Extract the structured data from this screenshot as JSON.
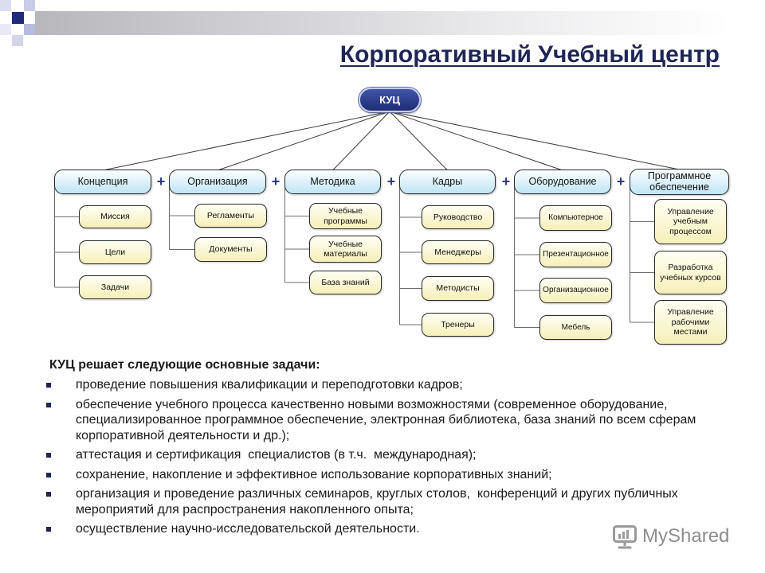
{
  "slide": {
    "title": "Корпоративный Учебный центр"
  },
  "diagram": {
    "root": "КУЦ",
    "plus": "+",
    "categories": [
      {
        "label": "Концепция",
        "items": [
          "Миссия",
          "Цели",
          "Задачи"
        ]
      },
      {
        "label": "Организация",
        "items": [
          "Регламенты",
          "Документы"
        ]
      },
      {
        "label": "Методика",
        "items": [
          "Учебные\nпрограммы",
          "Учебные\nматериалы",
          "База знаний"
        ]
      },
      {
        "label": "Кадры",
        "items": [
          "Руководство",
          "Менеджеры",
          "Методисты",
          "Тренеры"
        ]
      },
      {
        "label": "Оборудование",
        "items": [
          "Компьютерное",
          "Презентационное",
          "Организационное",
          "Мебель"
        ]
      },
      {
        "label": "Программное\nобеспечение",
        "items": [
          "Управление\nучебным\nпроцессом",
          "Разработка\nучебных курсов",
          "Управление\nрабочими\nместами"
        ]
      }
    ]
  },
  "tasks": {
    "heading": "КУЦ решает следующие основные задачи:",
    "bullet_icon": "square-bullet-icon",
    "bullets": [
      "проведение повышения квалификации и переподготовки кадров;",
      "обеспечение учебного процесса качественно новыми возможностями (современное оборудование,\nспециализированное программное обеспечение, электронная библиотека, база знаний по всем сферам\nкорпоративной деятельности и др.);",
      "аттестация и сертификация  специалистов (в т.ч.  международная);",
      "сохранение, накопление и эффективное использование корпоративных знаний;",
      "организация и проведение различных семинаров, круглых столов,  конференций и других публичных\nмероприятий для распространения накопленного опыта;",
      "осуществление научно-исследовательской деятельности."
    ]
  },
  "watermark": {
    "text": "MyShared",
    "icon": "presentation-screen-icon"
  },
  "colors": {
    "title_text": "#1f2657",
    "root_fill": "#1e2c74",
    "category_fill": "#bfe5f6",
    "item_fill": "#f6efb8",
    "plus_sign": "#2b3a7e",
    "bullet_marker": "#1f2657",
    "body_text": "#1a1a1a",
    "watermark_text": "#8e8e8e"
  }
}
